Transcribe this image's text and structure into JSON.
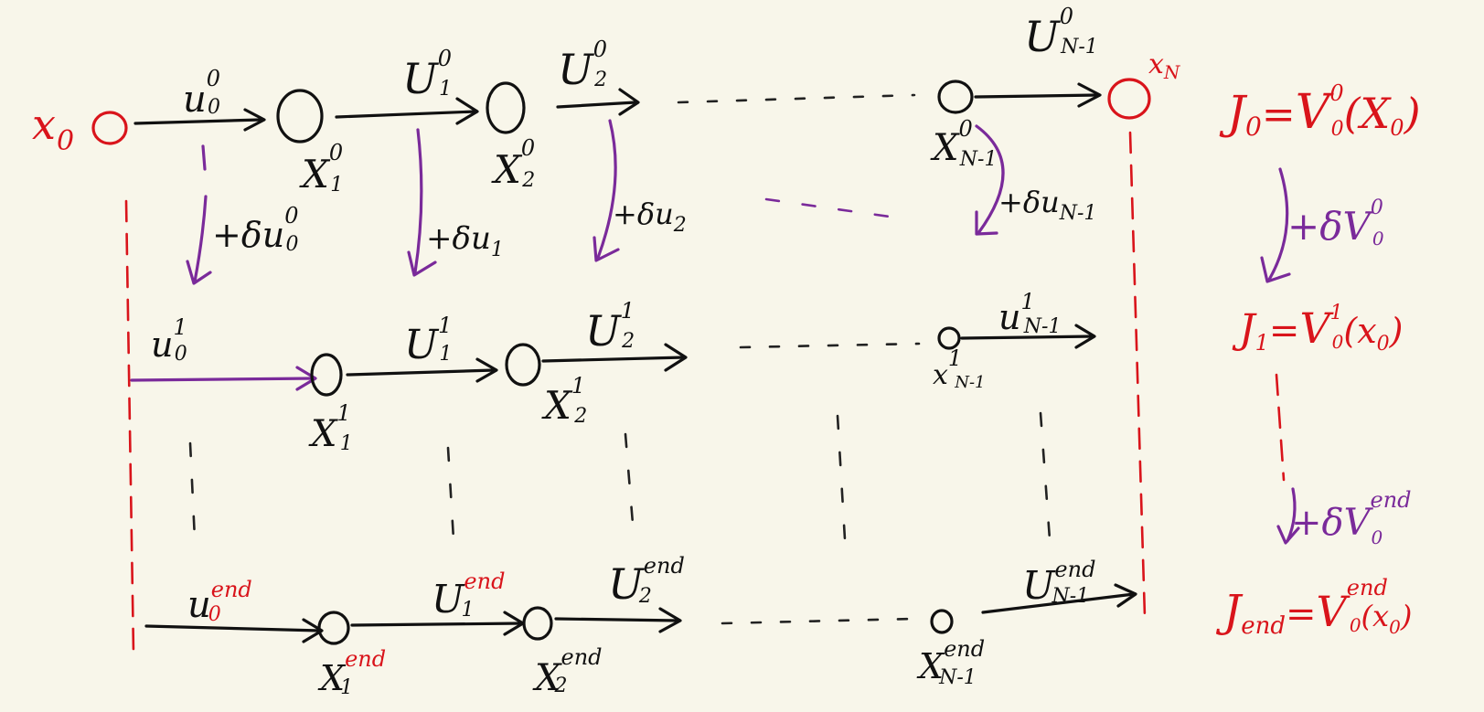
{
  "colors": {
    "ink": "#111111",
    "red": "#d9141b",
    "purple": "#7a2a9a",
    "background": "#f8f6ea"
  },
  "row0": {
    "x0": {
      "base": "x",
      "sub": "0"
    },
    "xN": {
      "base": "x",
      "sub": "N"
    },
    "u0": {
      "base": "u",
      "sup": "0",
      "sub": "0"
    },
    "u1": {
      "base": "U",
      "sup": "0",
      "sub": "1"
    },
    "u2": {
      "base": "U",
      "sup": "0",
      "sub": "2"
    },
    "uN1": {
      "base": "U",
      "sup": "0",
      "sub": "N-1"
    },
    "x1": {
      "base": "X",
      "sup": "0",
      "sub": "1"
    },
    "x2": {
      "base": "X",
      "sup": "0",
      "sub": "2"
    },
    "xN1": {
      "base": "X",
      "sup": "0",
      "sub": "N-1"
    }
  },
  "deltas": {
    "du0": {
      "base": "+δu",
      "sup": "0",
      "sub": "0"
    },
    "du1": {
      "base": "+δu",
      "sub": "1"
    },
    "du2": {
      "base": "+δu",
      "sub": "2"
    },
    "duN1": {
      "base": "+δu",
      "sub": "N-1"
    }
  },
  "row1": {
    "u0": {
      "base": "u",
      "sup": "1",
      "sub": "0"
    },
    "u1": {
      "base": "U",
      "sup": "1",
      "sub": "1"
    },
    "u2": {
      "base": "U",
      "sup": "1",
      "sub": "2"
    },
    "uN1": {
      "base": "u",
      "sup": "1",
      "sub": "N-1"
    },
    "x1": {
      "base": "X",
      "sup": "1",
      "sub": "1"
    },
    "x2": {
      "base": "X",
      "sup": "1",
      "sub": "2"
    },
    "xN1": {
      "base": "x",
      "sup": "1",
      "sub": "N-1"
    }
  },
  "rowEnd": {
    "u0": {
      "base": "u",
      "sup": "end",
      "sub": "0"
    },
    "u1": {
      "base": "U",
      "sup": "end",
      "sub": "1"
    },
    "u2": {
      "base": "U",
      "sup": "end",
      "sub": "2"
    },
    "uN1": {
      "base": "U",
      "sup": "end",
      "sub": "N-1"
    },
    "x1": {
      "base": "X",
      "sup": "end",
      "sub": "1"
    },
    "x2": {
      "base": "X",
      "sup": "end",
      "sub": "2"
    },
    "xN1": {
      "base": "X",
      "sup": "end",
      "sub": "N-1"
    }
  },
  "costs": {
    "j0": {
      "lhs": "J",
      "lhs_sub": "0",
      "eq": "=",
      "rhs": "V",
      "rhs_sup": "0",
      "rhs_sub": "0",
      "arg": "(X",
      "arg_sub": "0",
      "close": ")"
    },
    "dv0": {
      "base": "+δV",
      "sup": "0",
      "sub": "0"
    },
    "j1": {
      "lhs": "J",
      "lhs_sub": "1",
      "eq": "=",
      "rhs": "V",
      "rhs_sup": "1",
      "rhs_sub": "0",
      "arg": "(x",
      "arg_sub": "0",
      "close": ")"
    },
    "dvEnd": {
      "base": "+δV",
      "sup": "end",
      "sub": "0"
    },
    "jEnd": {
      "lhs": "J",
      "lhs_sub": "end",
      "eq": "=",
      "rhs": "V",
      "rhs_sup": "end",
      "rhs_sub": "0",
      "arg": "(x",
      "arg_sub": "0",
      "close": ")"
    }
  }
}
